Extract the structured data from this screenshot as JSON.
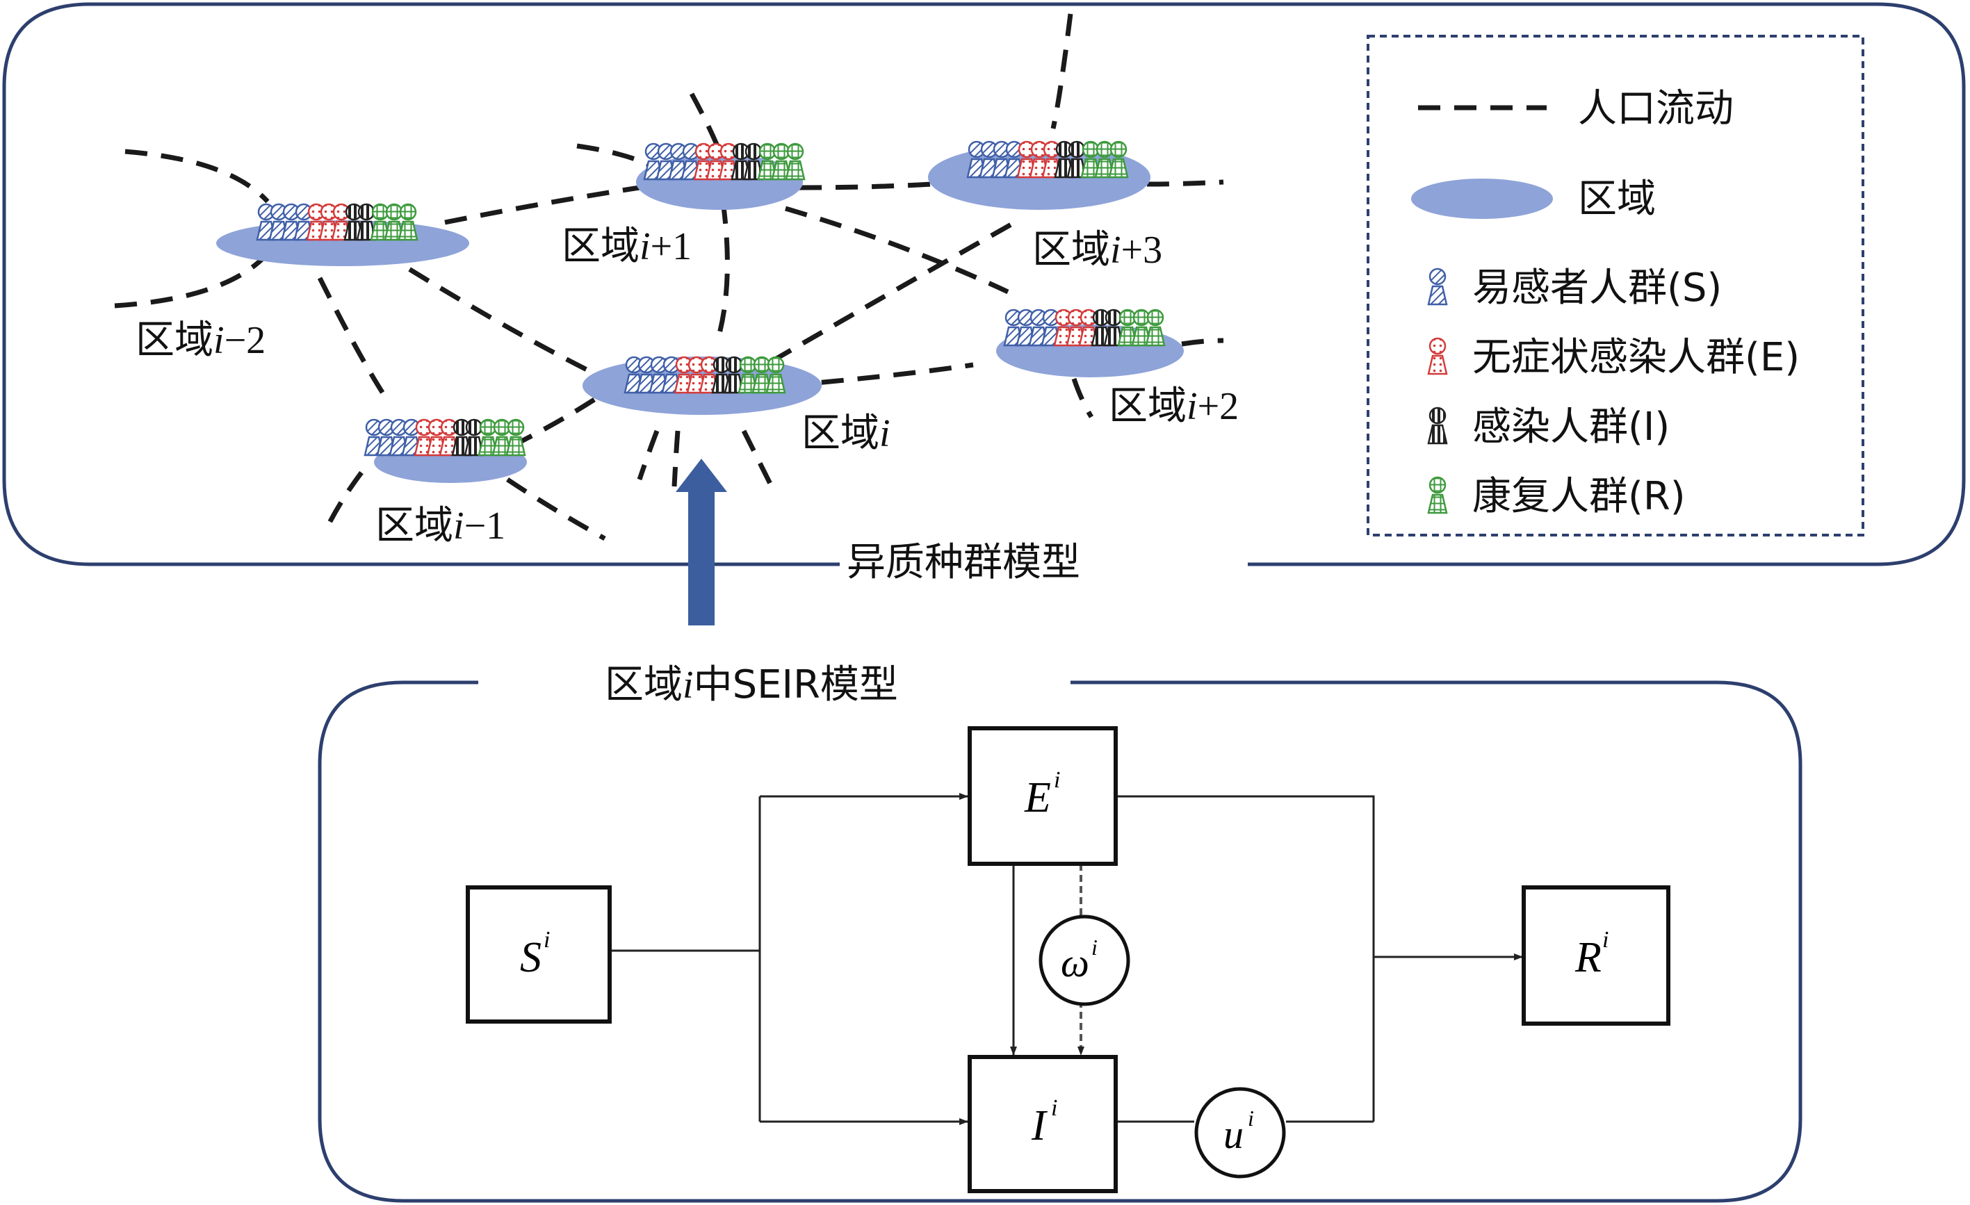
{
  "legend": {
    "migration": "人口流动",
    "region": "区域",
    "susceptible": "易感者人群(S)",
    "exposed": "无症状感染人群(E)",
    "infected": "感染人群(I)",
    "recovered": "康复人群(R)"
  },
  "regions": {
    "prefix": "区域",
    "var": "i",
    "i_minus_2": "−2",
    "i_minus_1": "−1",
    "i_plus_1": "+1",
    "i_plus_2": "+2",
    "i_plus_3": "+3"
  },
  "top_panel_title": "异质种群模型",
  "bottom_panel_title": {
    "pre": "区域",
    "var": "i",
    "post": "中SEIR模型"
  },
  "seir": {
    "S": "S",
    "E": "E",
    "I": "I",
    "R": "R",
    "omega": "ω",
    "u": "u",
    "sup": "i"
  },
  "colors": {
    "panel_border": "#2d3f6e",
    "region_fill": "#8ea3d8",
    "susceptible": "#3f5fa8",
    "exposed": "#d43a3a",
    "infected": "#222222",
    "recovered": "#3d9a3d",
    "arrow": "#3c5e9e"
  }
}
